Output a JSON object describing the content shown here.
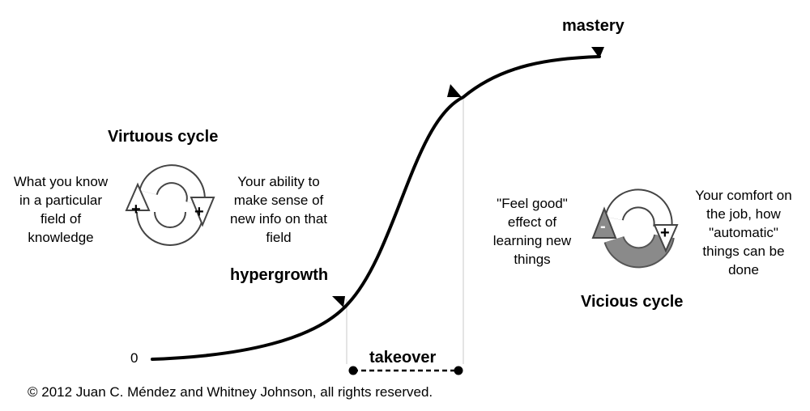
{
  "curve": {
    "zero_label": "0",
    "hypergrowth_label": "hypergrowth",
    "mastery_label": "mastery",
    "takeover_label": "takeover"
  },
  "virtuous": {
    "title": "Virtuous cycle",
    "left_text": [
      "What you know",
      "in a particular",
      "field of",
      "knowledge"
    ],
    "right_text": [
      "Your ability to",
      "make sense of",
      "new info on that",
      "field"
    ],
    "left_sign": "+",
    "right_sign": "+"
  },
  "vicious": {
    "title": "Vicious cycle",
    "left_text": [
      "\"Feel good\"",
      "effect of",
      "learning new",
      "things"
    ],
    "right_text": [
      "Your comfort on",
      "the job, how",
      "\"automatic\"",
      "things can be",
      "done"
    ],
    "left_sign": "-",
    "right_sign": "+"
  },
  "copyright": "© 2012 Juan C. Méndez and Whitney Johnson, all rights reserved.",
  "colors": {
    "curve": "#000000",
    "vicious_arrow": "#8a8a8a",
    "arrow_outline": "#444444"
  }
}
